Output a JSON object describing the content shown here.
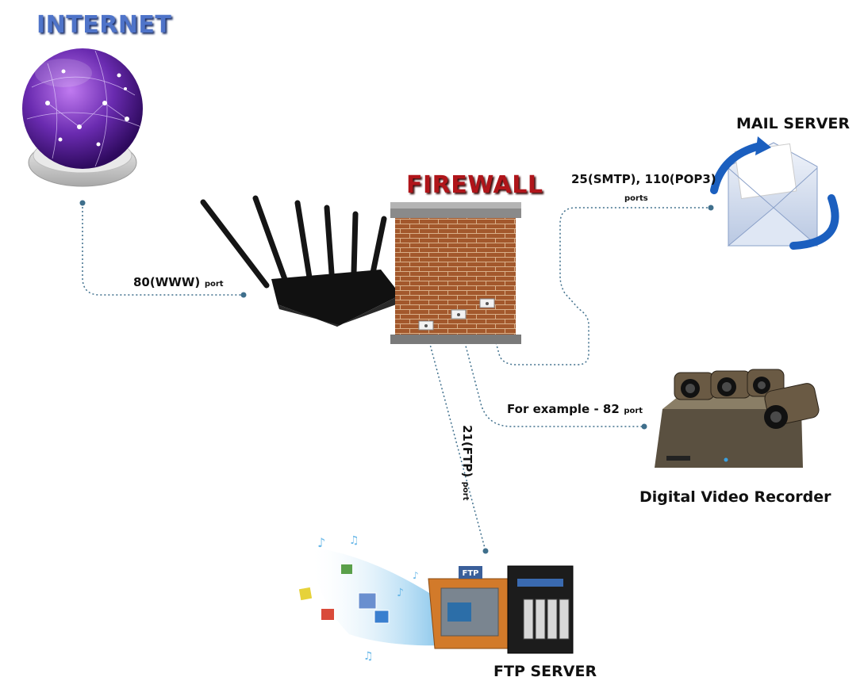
{
  "nodes": {
    "internet": {
      "label": "INTERNET"
    },
    "firewall": {
      "label": "FIREWALL"
    },
    "mail": {
      "label": "MAIL SERVER"
    },
    "dvr": {
      "label": "Digital Video Recorder"
    },
    "ftp": {
      "label": "FTP SERVER"
    }
  },
  "links": {
    "www": {
      "label": "80(WWW)",
      "unit": "port"
    },
    "mail": {
      "label": "25(SMTP), 110(POP3)",
      "unit": "ports"
    },
    "dvr": {
      "label": "For example - 82",
      "unit": "port"
    },
    "ftp": {
      "label": "21(FTP)",
      "unit": "port"
    }
  },
  "colors": {
    "internet_title": "#4f74c9",
    "firewall_title": "#b0151a",
    "globe": "#6a2bb0",
    "brick": "#a3582c",
    "link_line": "#3f6f8c"
  }
}
